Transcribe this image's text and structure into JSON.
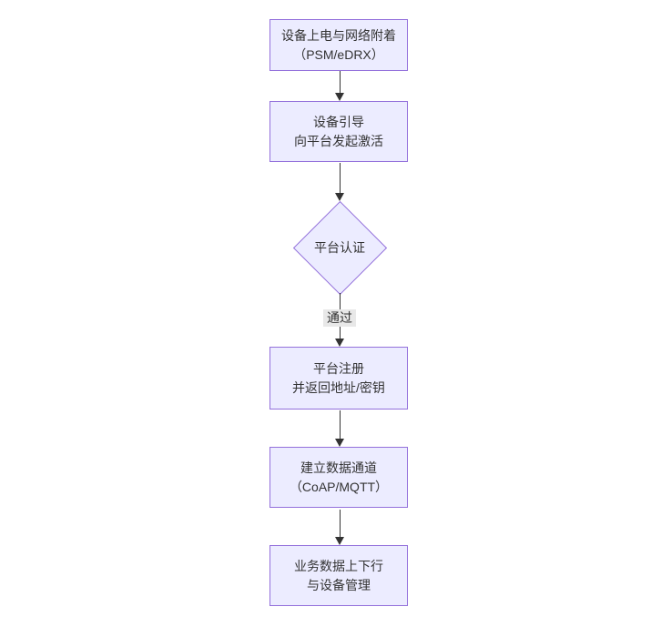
{
  "diagram": {
    "type": "flowchart-top-down",
    "colors": {
      "node_fill": "#ECECFF",
      "node_border": "#9370DB",
      "text": "#333333",
      "arrow": "#333333",
      "edge_label_bg": "#e8e8e8"
    },
    "nodes": [
      {
        "id": "power-attach",
        "shape": "rect",
        "lines": [
          "设备上电与网络附着",
          "（PSM/eDRX）"
        ]
      },
      {
        "id": "bootstrap",
        "shape": "rect",
        "lines": [
          "设备引导",
          "向平台发起激活"
        ]
      },
      {
        "id": "platform-auth",
        "shape": "diamond",
        "lines": [
          "平台认证"
        ]
      },
      {
        "id": "platform-register",
        "shape": "rect",
        "lines": [
          "平台注册",
          "并返回地址/密钥"
        ]
      },
      {
        "id": "data-channel",
        "shape": "rect",
        "lines": [
          "建立数据通道",
          "（CoAP/MQTT）"
        ]
      },
      {
        "id": "business-data",
        "shape": "rect",
        "lines": [
          "业务数据上下行",
          "与设备管理"
        ]
      }
    ],
    "edges": [
      {
        "from": "power-attach",
        "to": "bootstrap",
        "label": ""
      },
      {
        "from": "bootstrap",
        "to": "platform-auth",
        "label": ""
      },
      {
        "from": "platform-auth",
        "to": "platform-register",
        "label": "通过"
      },
      {
        "from": "platform-register",
        "to": "data-channel",
        "label": ""
      },
      {
        "from": "data-channel",
        "to": "business-data",
        "label": ""
      }
    ]
  }
}
